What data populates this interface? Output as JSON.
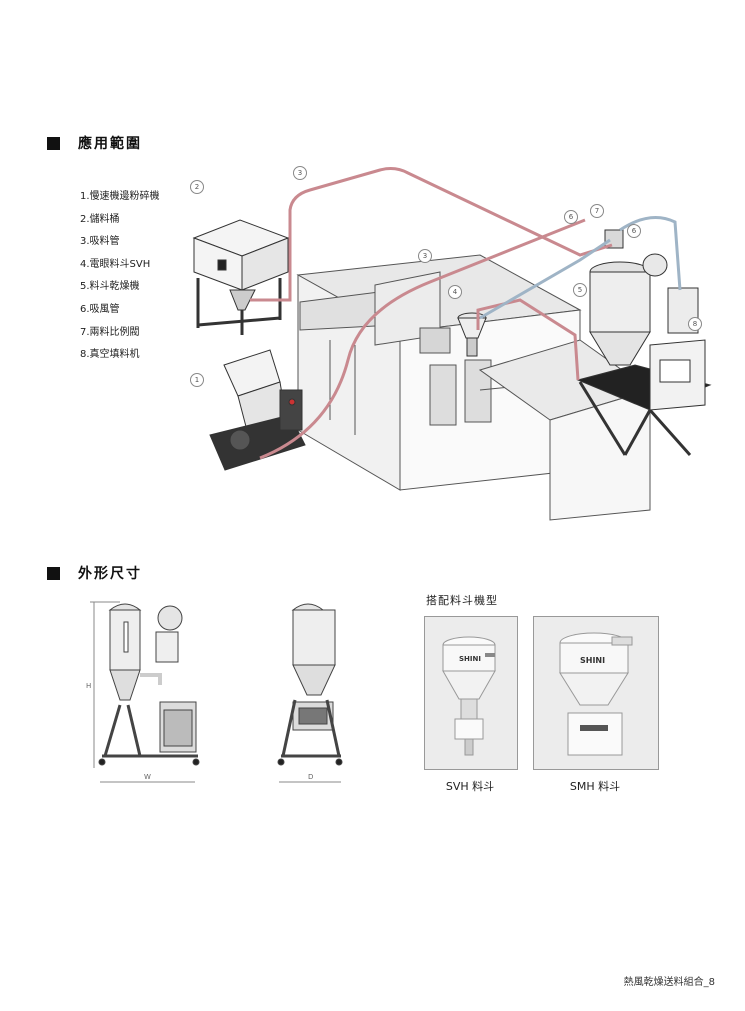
{
  "section_application": {
    "title": "應用範圍"
  },
  "legend": [
    "1.慢速機邊粉碎機",
    "2.儲料桶",
    "3.吸料管",
    "4.電眼料斗SVH",
    "5.料斗乾燥機",
    "6.吸風管",
    "7.兩料比例閥",
    "8.真空填料机"
  ],
  "callouts": {
    "c1": "1",
    "c2": "2",
    "c3a": "3",
    "c3b": "3",
    "c4": "4",
    "c5": "5",
    "c6a": "6",
    "c6b": "6",
    "c7": "7",
    "c8": "8"
  },
  "section_dimensions": {
    "title": "外形尺寸"
  },
  "dimension_labels": {
    "height": "H",
    "width": "W",
    "depth": "D"
  },
  "matched_hoppers": {
    "label": "搭配料斗機型",
    "svh_caption": "SVH 料斗",
    "smh_caption": "SMH 料斗",
    "brand_mark": "SHINI"
  },
  "colors": {
    "pipe_red": "#c9898f",
    "pipe_blue": "#9fb4c6",
    "line": "#333333"
  },
  "footer": {
    "page_label": "熱風乾燥送料組合_8"
  }
}
